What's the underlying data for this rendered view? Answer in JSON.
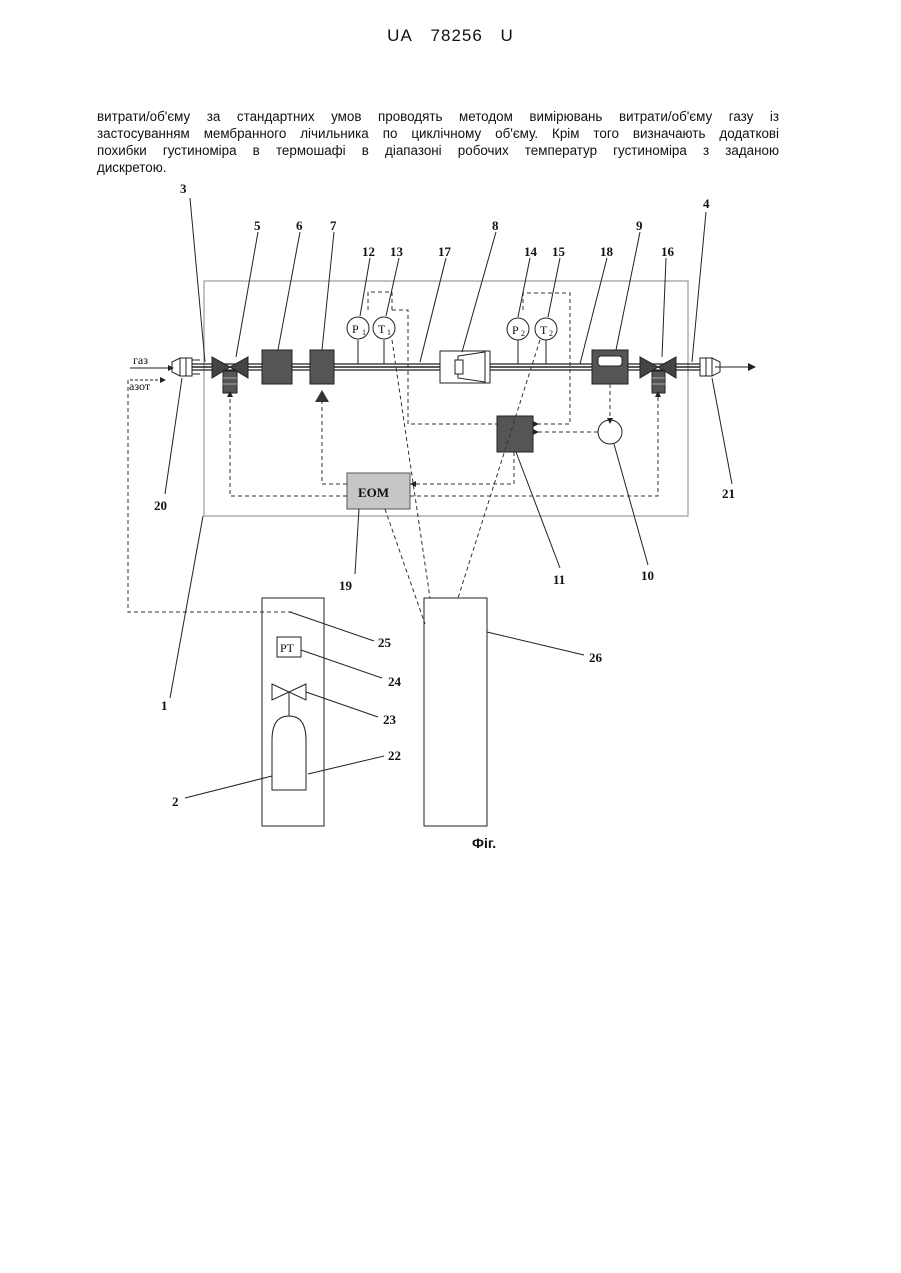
{
  "header": {
    "code": "UA",
    "number": "78256",
    "kind": "U"
  },
  "paragraph": {
    "lines": [
      "витрати/об'єму за стандартних умов проводять методом вимірювань витрати/об'єму газу із",
      "застосуванням мембранного лічильника по циклічному об'єму. Крім того визначають додаткові",
      "похибки густиноміра в термошафі в діапазоні робочих температур густиноміра з заданою",
      "дискретою."
    ]
  },
  "figure": {
    "caption": "Фіг.",
    "inlet_labels": {
      "gas": "газ",
      "nitrogen": "азот"
    },
    "computer_label": "EOM",
    "pt_label": "PT",
    "sensors": {
      "p1": "P",
      "t1": "T",
      "p2": "P",
      "t2": "T",
      "sub1": "1",
      "sub2": "2"
    },
    "callouts": {
      "n1": "1",
      "n2": "2",
      "n3": "3",
      "n4": "4",
      "n5": "5",
      "n6": "6",
      "n7": "7",
      "n8": "8",
      "n9": "9",
      "n10": "10",
      "n11": "11",
      "n12": "12",
      "n13": "13",
      "n14": "14",
      "n15": "15",
      "n16": "16",
      "n17": "17",
      "n18": "18",
      "n19": "19",
      "n20": "20",
      "n21": "21",
      "n22": "22",
      "n23": "23",
      "n24": "24",
      "n25": "25",
      "n26": "26"
    }
  }
}
